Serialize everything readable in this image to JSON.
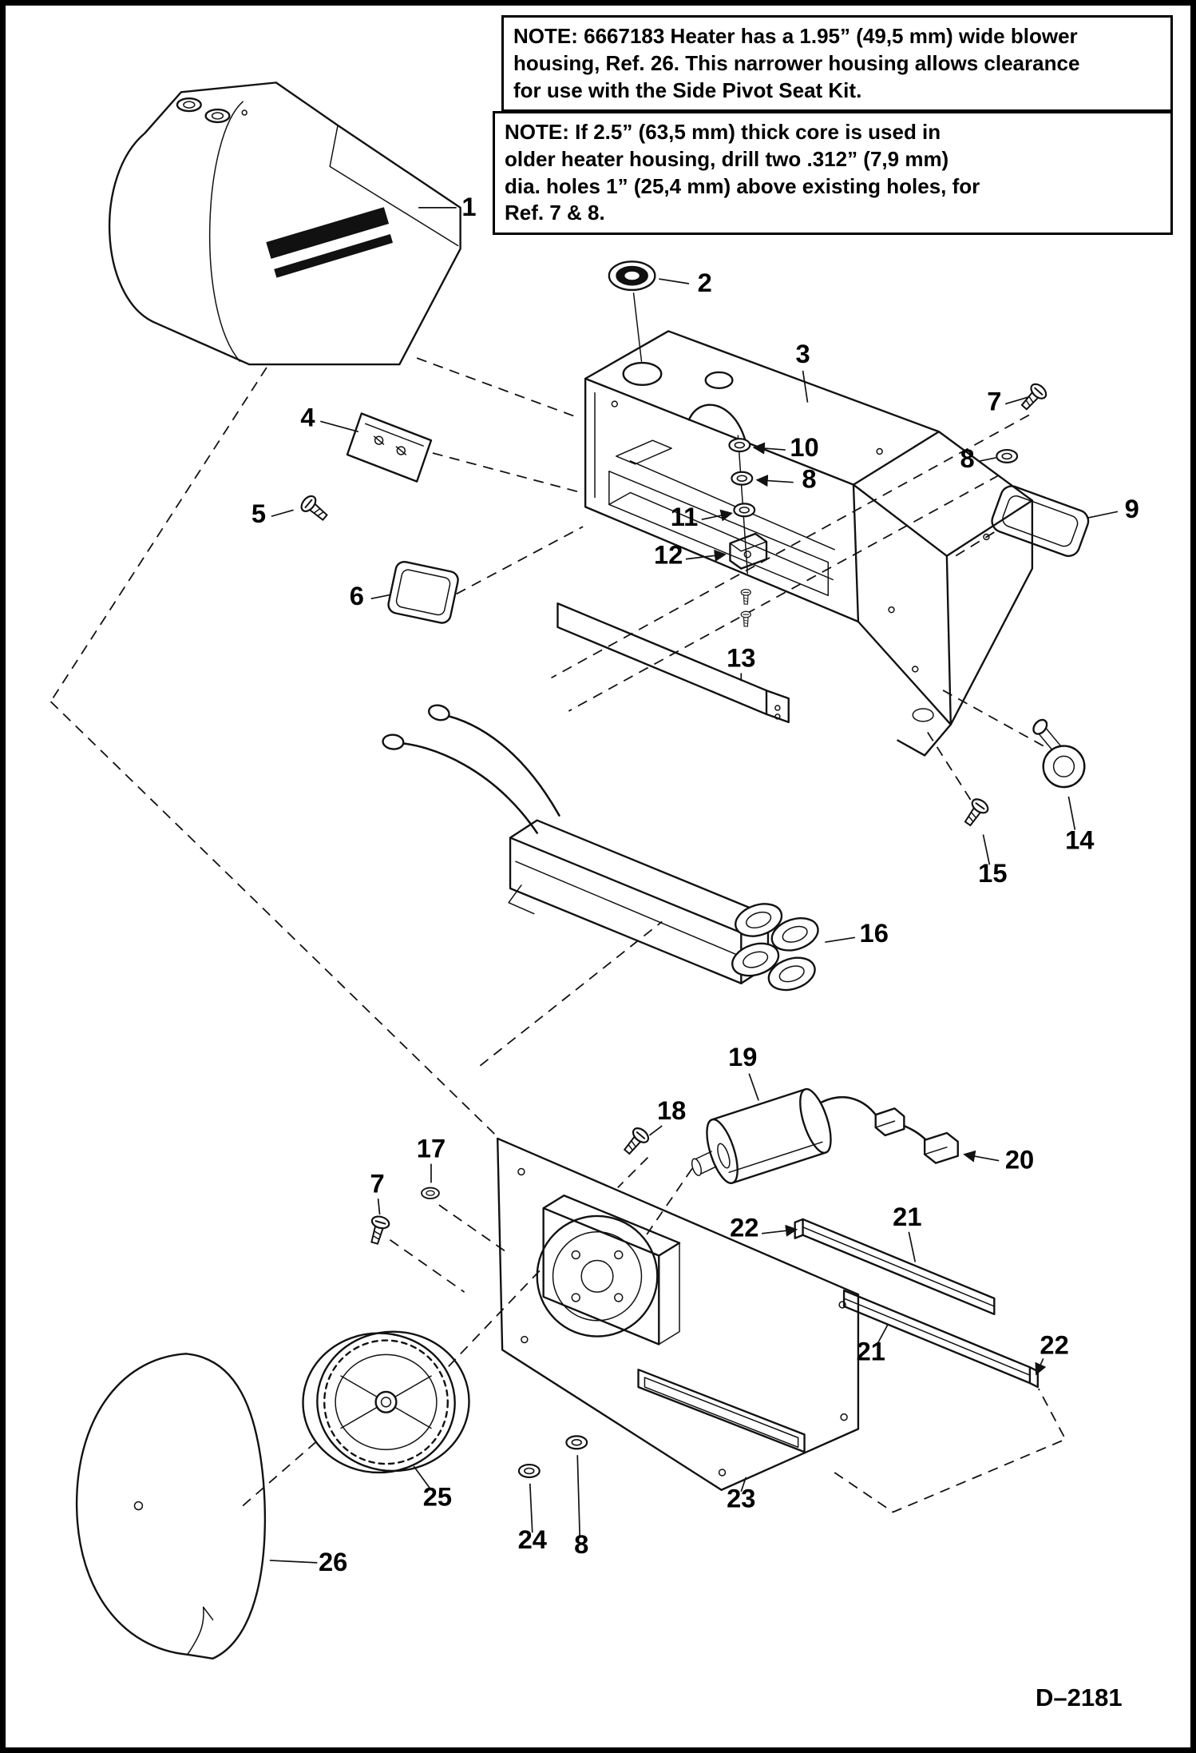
{
  "notes": {
    "note1_lines": [
      "NOTE: 6667183 Heater has a 1.95” (49,5 mm) wide blower",
      "housing, Ref. 26. This narrower housing allows clearance",
      "for use with the Side Pivot Seat Kit."
    ],
    "note2_lines": [
      "NOTE: If 2.5” (63,5 mm) thick core is used in",
      "older heater housing, drill two .312” (7,9 mm)",
      "dia. holes 1” (25,4 mm) above existing holes, for",
      "Ref. 7 & 8."
    ]
  },
  "footer": {
    "doc_number": "D–2181"
  },
  "callouts": [
    {
      "label": "1"
    },
    {
      "label": "2"
    },
    {
      "label": "3"
    },
    {
      "label": "4"
    },
    {
      "label": "5"
    },
    {
      "label": "6"
    },
    {
      "label": "7"
    },
    {
      "label": "8"
    },
    {
      "label": "9"
    },
    {
      "label": "10"
    },
    {
      "label": "8"
    },
    {
      "label": "11"
    },
    {
      "label": "12"
    },
    {
      "label": "13"
    },
    {
      "label": "14"
    },
    {
      "label": "15"
    },
    {
      "label": "16"
    },
    {
      "label": "19"
    },
    {
      "label": "18"
    },
    {
      "label": "17"
    },
    {
      "label": "7"
    },
    {
      "label": "20"
    },
    {
      "label": "22"
    },
    {
      "label": "21"
    },
    {
      "label": "21"
    },
    {
      "label": "22"
    },
    {
      "label": "23"
    },
    {
      "label": "8"
    },
    {
      "label": "24"
    },
    {
      "label": "25"
    },
    {
      "label": "26"
    }
  ]
}
